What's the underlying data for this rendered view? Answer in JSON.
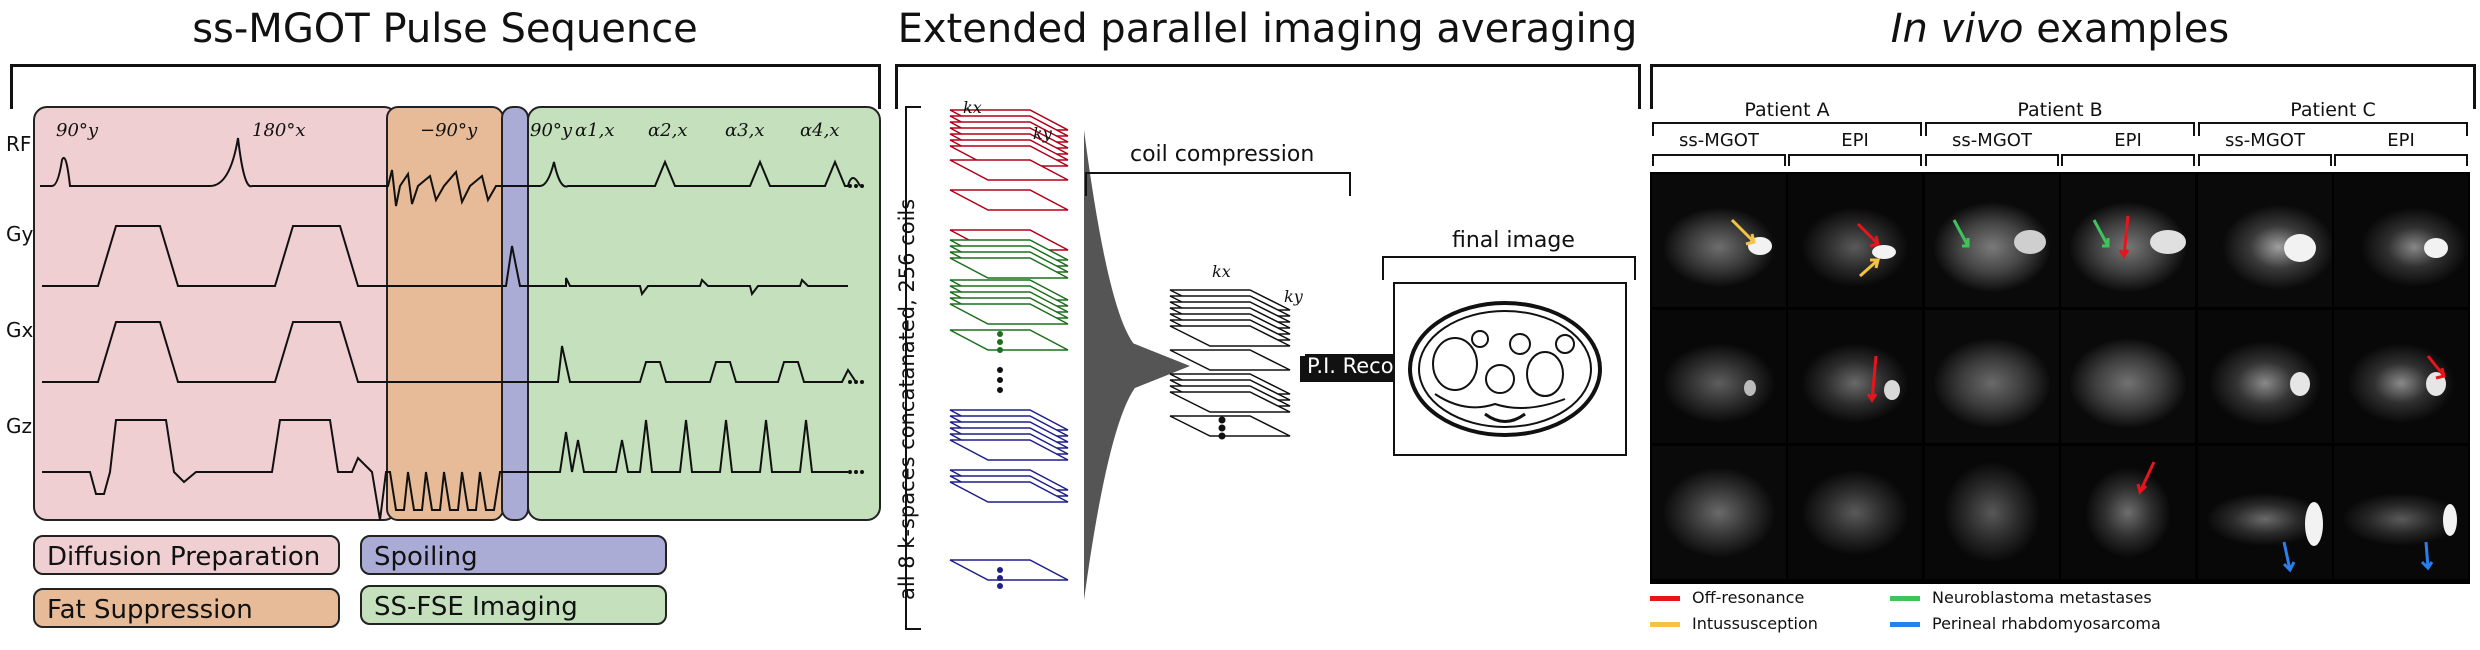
{
  "panels": {
    "pulse": {
      "title": "ss-MGOT Pulse Sequence",
      "rows": [
        "RF",
        "Gy",
        "Gx",
        "Gz"
      ],
      "rf_labels": [
        "90°y",
        "180°x",
        "−90°y",
        "90°y",
        "α1,x",
        "α2,x",
        "α3,x",
        "α4,x"
      ],
      "legend": [
        "Diffusion Preparation",
        "Spoiling",
        "Fat Suppression",
        "SS-FSE Imaging"
      ],
      "colors": {
        "diffusion": "#efcfd2",
        "fat": "#e7bb98",
        "spoiling": "#aaacd6",
        "ssfse": "#c5e0bd"
      }
    },
    "recon": {
      "title": "Extended parallel imaging averaging",
      "vertical_label": "all 8 k-spaces concatanated, 256 coils",
      "coil_compression": "coil compression",
      "final_image": "final image",
      "pi_recon": "P.I. Recon",
      "kx": "kx",
      "ky": "ky",
      "stack_colors": [
        "#b00018",
        "#1d6e1d",
        "#1f1f8a"
      ]
    },
    "invivo": {
      "title_italic": "In vivo",
      "title_rest": " examples",
      "patients": [
        "Patient A",
        "Patient B",
        "Patient C"
      ],
      "columns": [
        "ss-MGOT",
        "EPI",
        "ss-MGOT",
        "EPI",
        "ss-MGOT",
        "EPI"
      ],
      "legend": [
        {
          "label": "Off-resonance",
          "color": "#e8141c"
        },
        {
          "label": "Neuroblastoma  metastases",
          "color": "#3ec45a"
        },
        {
          "label": "Intussusception",
          "color": "#f5c342"
        },
        {
          "label": "Perineal rhabdomyosarcoma",
          "color": "#2a7ff0"
        }
      ]
    }
  }
}
